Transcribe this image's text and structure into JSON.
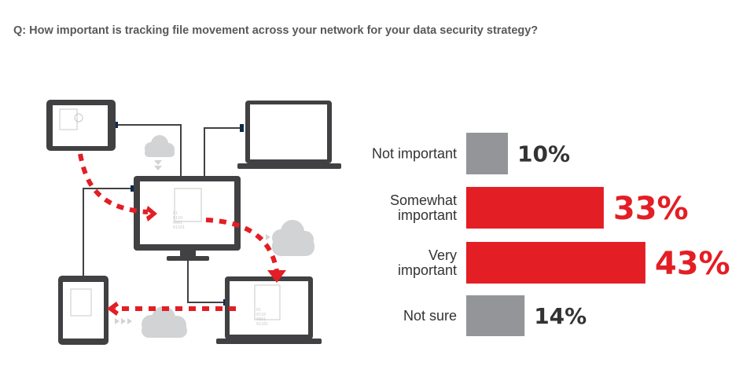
{
  "question": "Q: How important is tracking file movement across your network for your data security strategy?",
  "colors": {
    "gray_bar": "#939598",
    "red_bar": "#e31e24",
    "dark_device": "#414042",
    "red_arrow": "#e31e24",
    "cloud": "#d1d3d4",
    "text": "#333333"
  },
  "illustration": {
    "file_bits": [
      "01",
      "0110",
      "0001",
      "01101"
    ]
  },
  "chart_data": {
    "type": "bar",
    "orientation": "horizontal",
    "categories": [
      [
        "Not important"
      ],
      [
        "Somewhat",
        "important"
      ],
      [
        "Very",
        "important"
      ],
      [
        "Not sure"
      ]
    ],
    "values": [
      10,
      33,
      43,
      14
    ],
    "value_labels": [
      "10%",
      "33%",
      "43%",
      "14%"
    ],
    "bar_colors": [
      "#939598",
      "#e31e24",
      "#e31e24",
      "#939598"
    ],
    "xlim": [
      0,
      43
    ],
    "grid": false
  }
}
